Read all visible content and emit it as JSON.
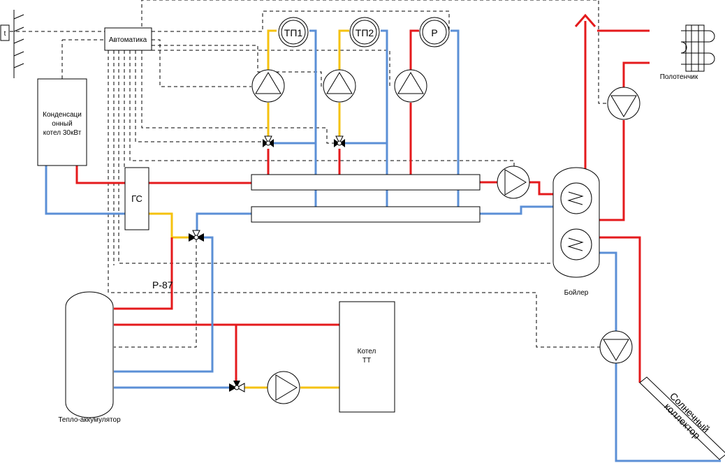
{
  "labels": {
    "automatics": "Автоматика",
    "boiler_line1": "Конденсаци",
    "boiler_line2": "онный",
    "boiler_line3": "котел 30кВт",
    "hydro_separator": "ГС",
    "tp1": "ТП1",
    "tp2": "ТП2",
    "radiator_loop": "Р",
    "towel": "Полотенчик",
    "water_heater": "Бойлер",
    "p87": "Р-87",
    "solid_fuel_line1": "Котел",
    "solid_fuel_line2": "ТТ",
    "accumulator": "Тепло-аккумулятор",
    "solar_line1": "Солнечный",
    "solar_line2": "коллектор",
    "outdoor_sensor": "t"
  },
  "colors": {
    "supply": "#e41a1c",
    "return": "#5b8fd6",
    "mixed": "#f5c20f",
    "control": "#000000"
  }
}
